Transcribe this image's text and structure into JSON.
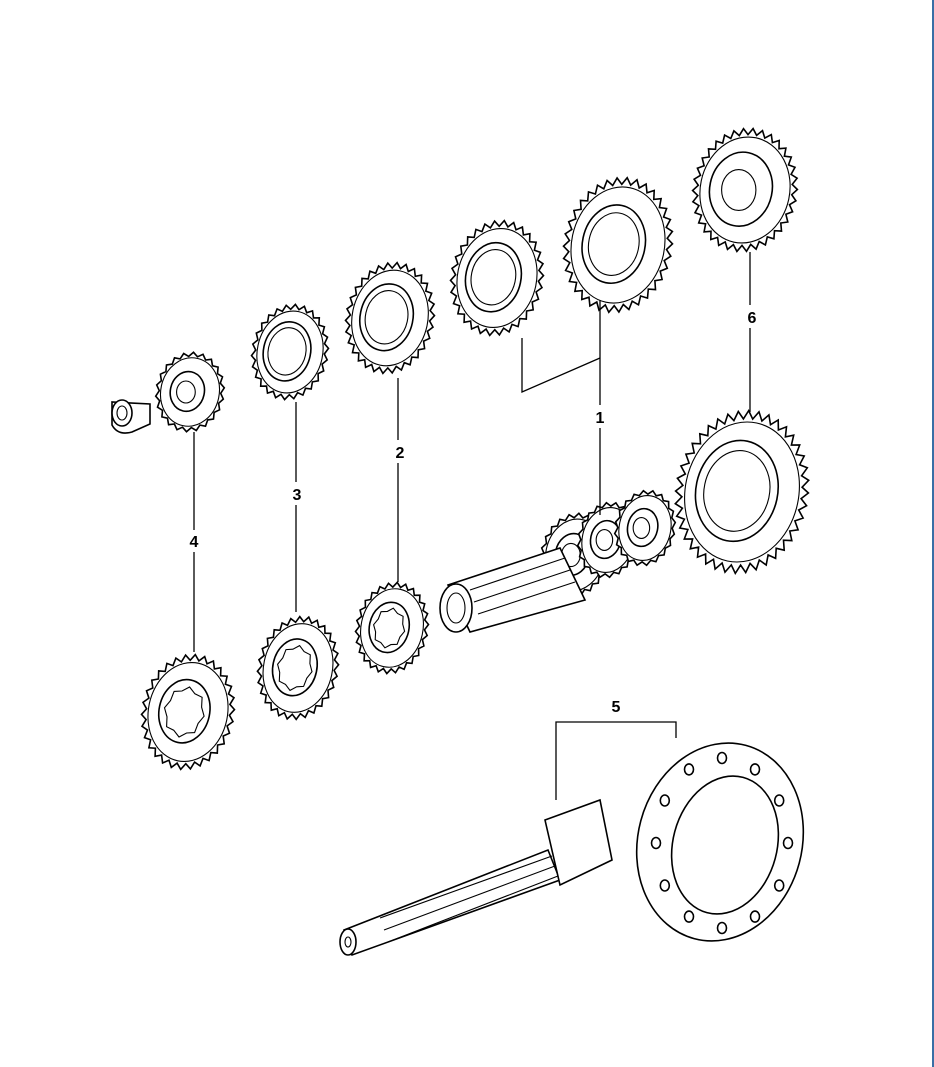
{
  "diagram": {
    "labels": {
      "part_1": "1",
      "part_2": "2",
      "part_3": "3",
      "part_4": "4",
      "part_5": "5",
      "part_6": "6"
    },
    "colors": {
      "ink": "#000000",
      "background": "#ffffff",
      "edge_line": "#3a6ea5"
    }
  }
}
